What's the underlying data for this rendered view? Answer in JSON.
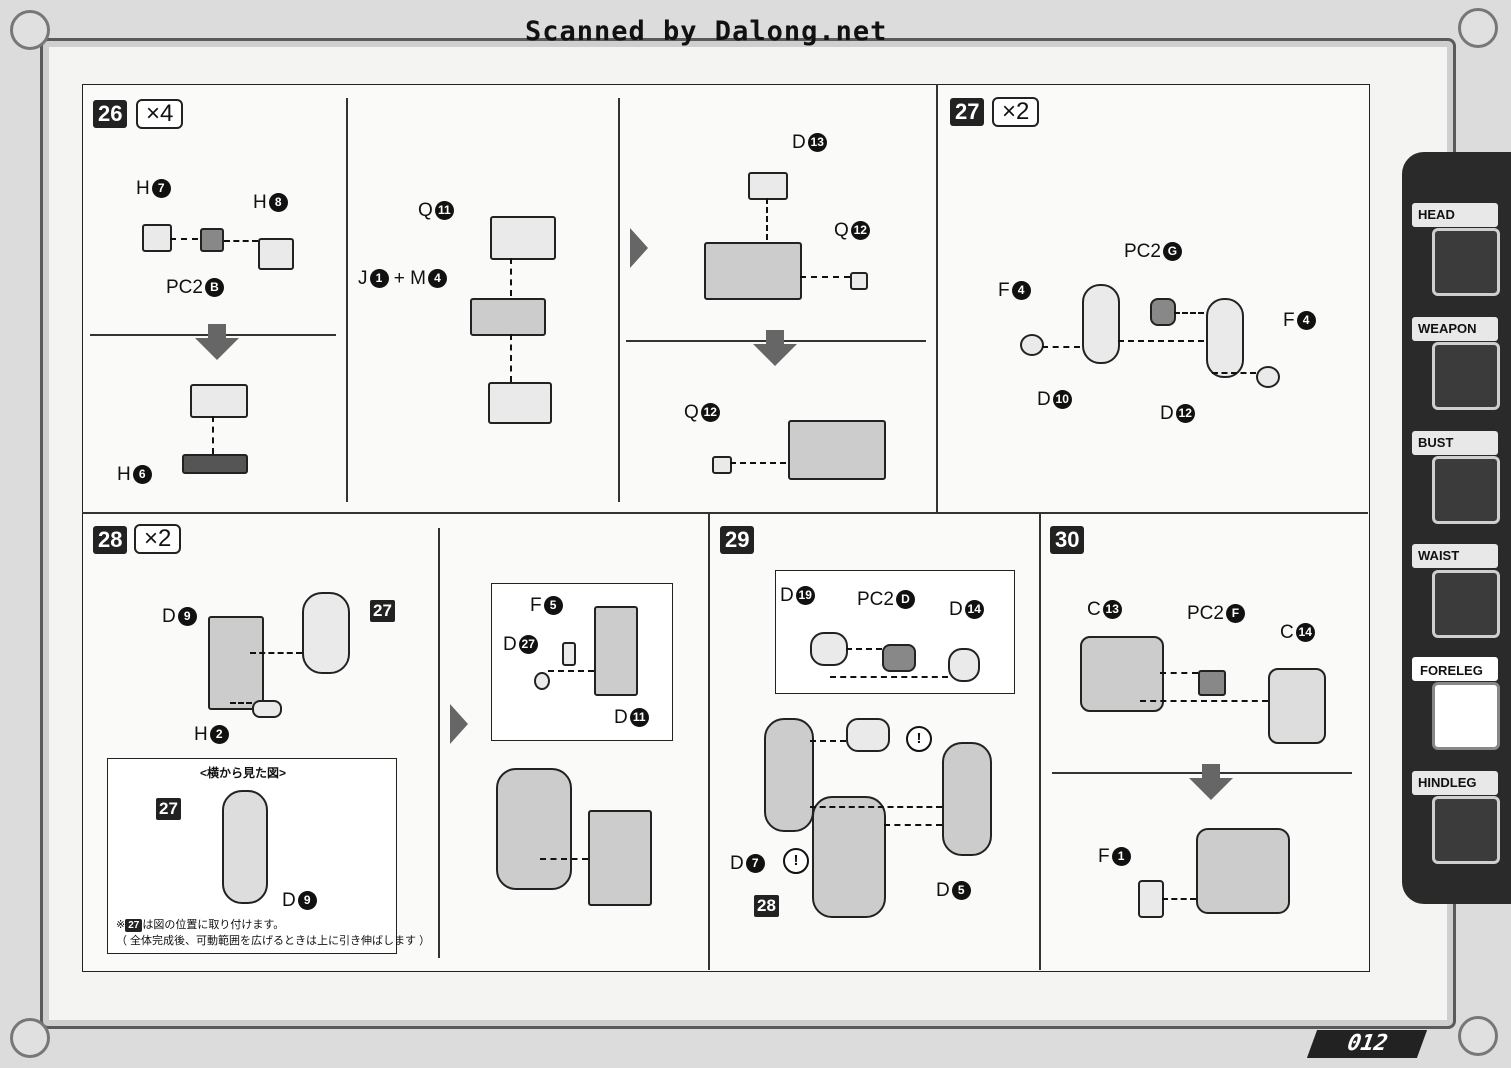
{
  "watermark": "Scanned by Dalong.net",
  "page_number": "012",
  "sidebar": {
    "tabs": [
      {
        "label": "HEAD",
        "icon": "head-icon",
        "active": false
      },
      {
        "label": "WEAPON",
        "icon": "weapon-icon",
        "active": false
      },
      {
        "label": "BUST",
        "icon": "bust-icon",
        "active": false
      },
      {
        "label": "WAIST",
        "icon": "waist-icon",
        "active": false
      },
      {
        "label": "FORELEG",
        "icon": "foreleg-icon",
        "active": true
      },
      {
        "label": "HINDLEG",
        "icon": "hindleg-icon",
        "active": false
      }
    ]
  },
  "steps": {
    "s26": {
      "number": "26",
      "multiplier": "×4",
      "labels": {
        "h7": "H",
        "h7n": "7",
        "h8": "H",
        "h8n": "8",
        "pc2b": "PC2",
        "pc2bn": "B",
        "h6": "H",
        "h6n": "6",
        "q11": "Q",
        "q11n": "11",
        "j1": "J",
        "j1n": "1",
        "plus": "+",
        "m4": "M",
        "m4n": "4",
        "d13": "D",
        "d13n": "13",
        "q12a": "Q",
        "q12an": "12",
        "q12b": "Q",
        "q12bn": "12"
      }
    },
    "s27": {
      "number": "27",
      "multiplier": "×2",
      "labels": {
        "pc2g": "PC2",
        "pc2gn": "G",
        "f4a": "F",
        "f4an": "4",
        "f4b": "F",
        "f4bn": "4",
        "d10": "D",
        "d10n": "10",
        "d12": "D",
        "d12n": "12"
      }
    },
    "s28": {
      "number": "28",
      "multiplier": "×2",
      "labels": {
        "d9": "D",
        "d9n": "9",
        "ref27": "27",
        "h2": "H",
        "h2n": "2",
        "f5": "F",
        "f5n": "5",
        "d27": "D",
        "d27n": "27",
        "d11": "D",
        "d11n": "11",
        "inset_title": "<横から見た図>",
        "inset_ref": "27",
        "inset_d9": "D",
        "inset_d9n": "9"
      },
      "note_line1_ref": "27",
      "note_line1": "は図の位置に取り付けます。",
      "note_prefix": "※",
      "note_line2": "（ 全体完成後、可動範囲を広げるときは上に引き伸ばします ）"
    },
    "s29": {
      "number": "29",
      "labels": {
        "d19": "D",
        "d19n": "19",
        "pc2d": "PC2",
        "pc2dn": "D",
        "d14": "D",
        "d14n": "14",
        "d7": "D",
        "d7n": "7",
        "d5": "D",
        "d5n": "5",
        "ref28": "28",
        "excl": "!"
      }
    },
    "s30": {
      "number": "30",
      "labels": {
        "c13": "C",
        "c13n": "13",
        "pc2f": "PC2",
        "pc2fn": "F",
        "c14": "C",
        "c14n": "14",
        "f1": "F",
        "f1n": "1"
      }
    }
  }
}
